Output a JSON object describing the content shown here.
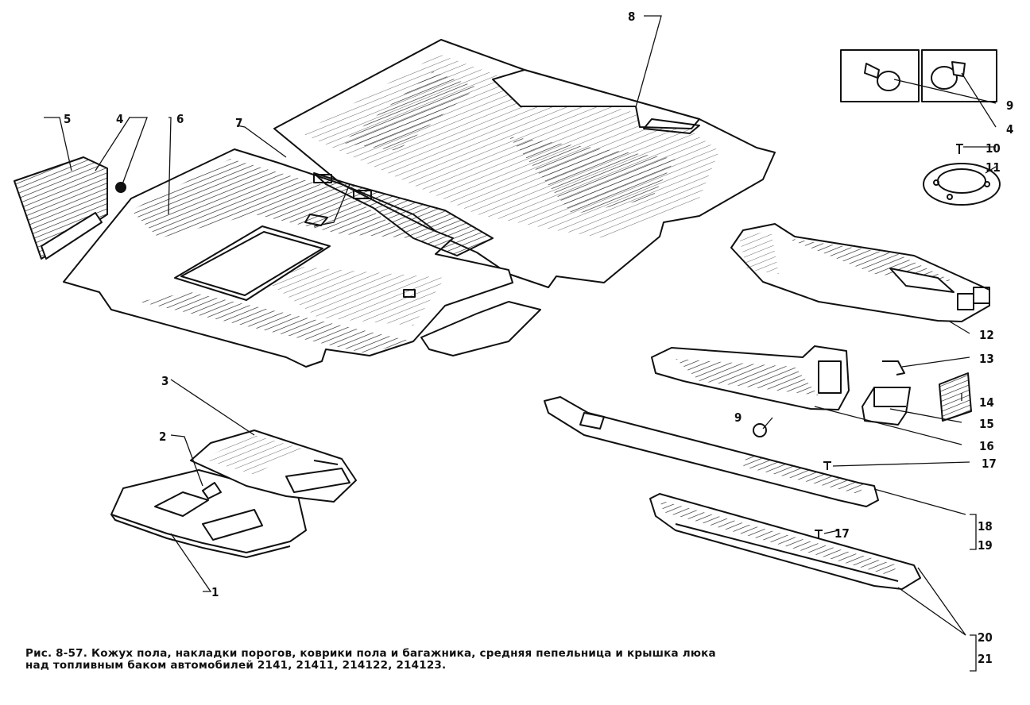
{
  "figure": {
    "caption_line1": "Рис. 8-57. Кожух пола, накладки порогов, коврики пола и багажника, средняя пепельница и крышка люка",
    "caption_line2": "над топливным баком автомобилей 2141, 21411, 214122, 214123."
  },
  "callouts": {
    "c1": "1",
    "c2": "2",
    "c3": "3",
    "c4a": "4",
    "c4b": "4",
    "c5": "5",
    "c6": "6",
    "c7": "7",
    "c8": "8",
    "c9a": "9",
    "c9b": "9",
    "c10": "10",
    "c11": "11",
    "c12": "12",
    "c13": "13",
    "c14": "14",
    "c15": "15",
    "c16": "16",
    "c17a": "17",
    "c17b": "17",
    "c18": "18",
    "c19": "19",
    "c20": "20",
    "c21": "21"
  }
}
